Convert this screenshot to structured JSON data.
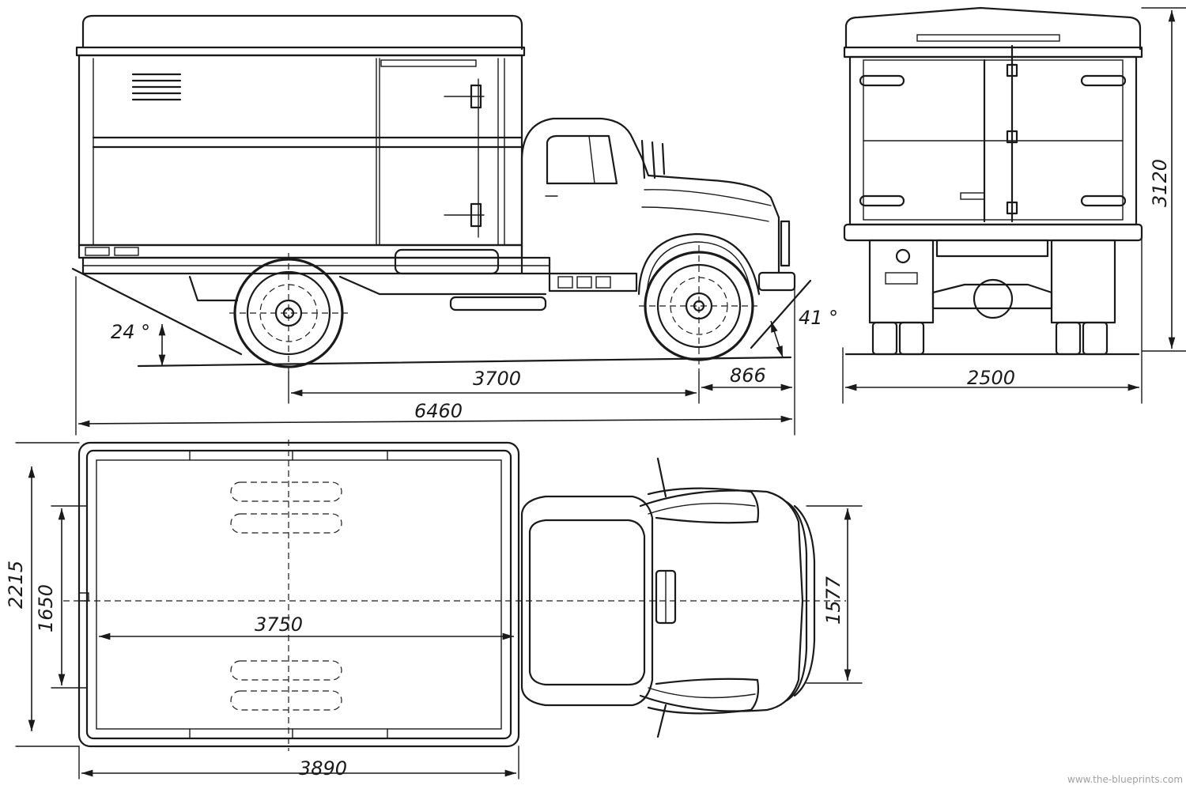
{
  "dimensions": {
    "wheelbase": "3700",
    "front_overhang": "866",
    "overall_length": "6460",
    "rear_track_width": "2500",
    "overall_height": "3120",
    "body_inner_length": "3750",
    "body_length": "3890",
    "overall_width": "2215",
    "body_track": "1650",
    "front_track": "1577",
    "departure_angle": "24 °",
    "approach_angle": "41 °"
  },
  "watermark": "www.the-blueprints.com",
  "colors": {
    "ink": "#1a1a1a",
    "paper": "#ffffff"
  }
}
